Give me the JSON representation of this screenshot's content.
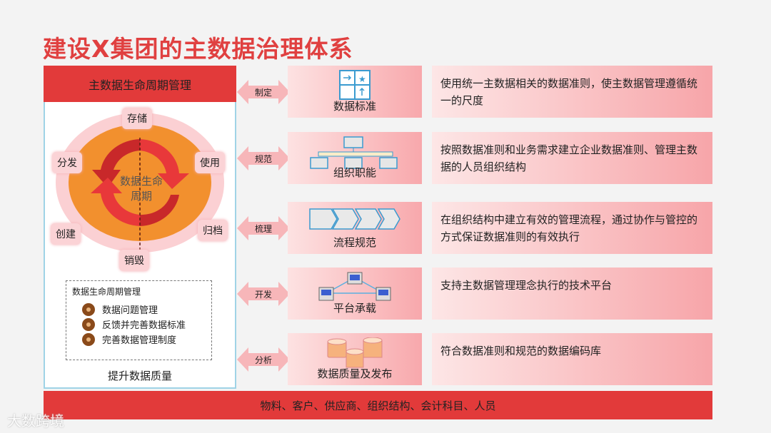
{
  "title": "建设X集团的主数据治理体系",
  "left_panel": {
    "header": "主数据生命周期管理",
    "center": "数据生命周期",
    "stages": [
      "存储",
      "使用",
      "归档",
      "销毁",
      "创建",
      "分发"
    ],
    "box_title": "数据生命周期管理",
    "box_items": [
      "数据问题管理",
      "反馈并完善数据标准",
      "完善数据管理制度"
    ],
    "footer": "提升数据质量"
  },
  "rows": [
    {
      "arrow": "制定",
      "label": "数据标准",
      "icon": "grid-standard-icon",
      "desc": "使用统一主数据相关的数据准则，使主数据管理遵循统一的尺度"
    },
    {
      "arrow": "规范",
      "label": "组织职能",
      "icon": "org-chart-icon",
      "desc": "按照数据准则和业务需求建立企业数据准则、管理主数据的人员组织结构"
    },
    {
      "arrow": "梳理",
      "label": "流程规范",
      "icon": "process-chevron-icon",
      "desc": "在组织结构中建立有效的管理流程，通过协作与管控的方式保证数据准则的有效执行"
    },
    {
      "arrow": "开发",
      "label": "平台承载",
      "icon": "network-computers-icon",
      "desc": "支持主数据管理理念执行的技术平台"
    },
    {
      "arrow": "分析",
      "label": "数据质量及发布",
      "icon": "database-icon",
      "desc": "符合数据准则和规范的数据编码库"
    }
  ],
  "bottom": "物料、客户、供应商、组织结构、会计科目、人员",
  "watermark": "大数跨境",
  "colors": {
    "accent": "#e23a3a",
    "title": "#e04040",
    "ring": "#f2902e"
  }
}
